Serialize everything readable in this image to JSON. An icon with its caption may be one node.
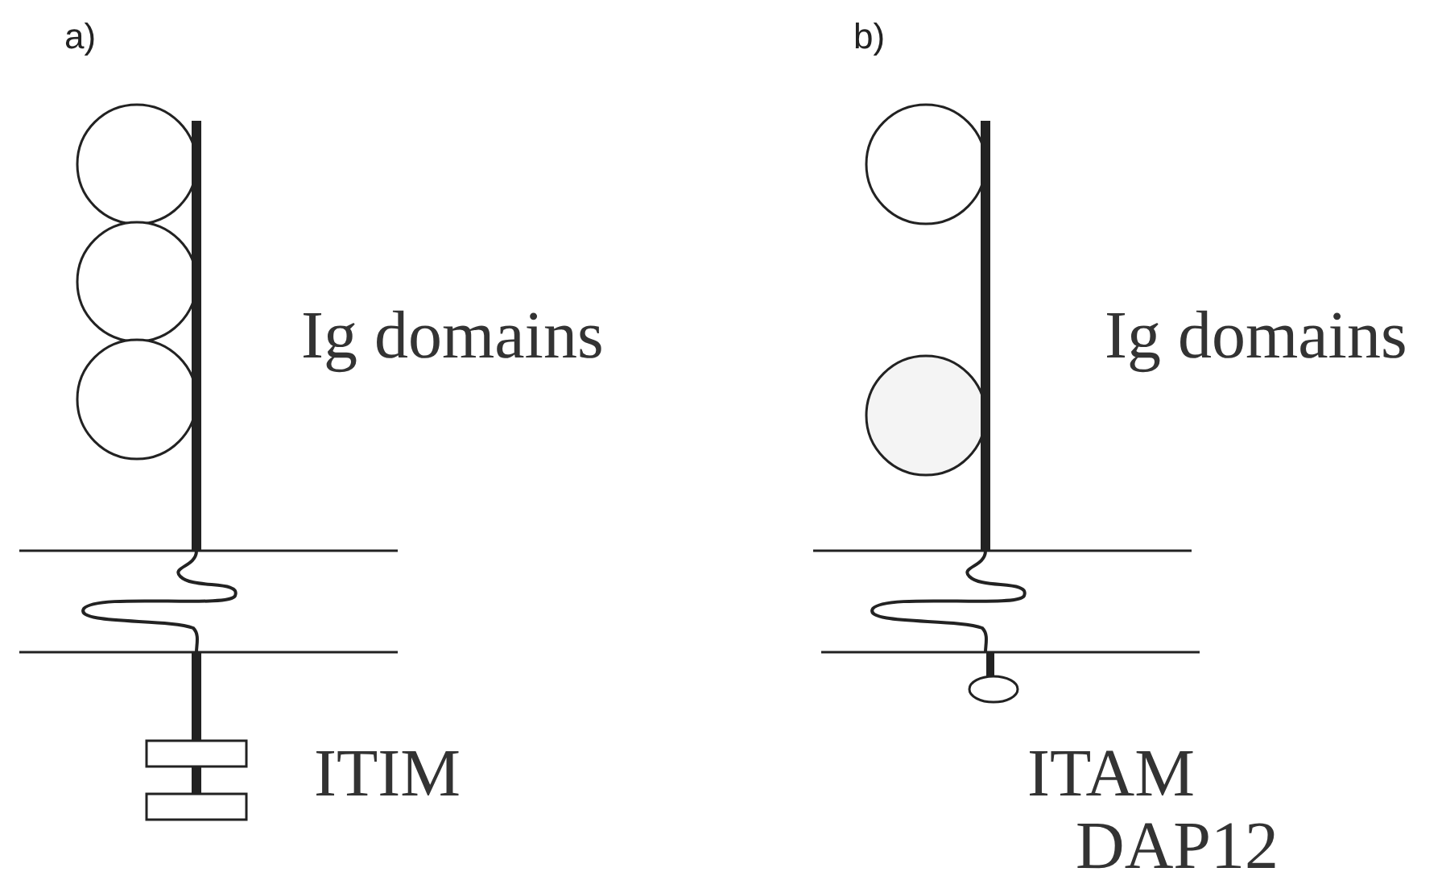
{
  "diagram": {
    "labels": [
      "a)",
      "b)",
      "Ig domains",
      "Ig domains",
      "ITIM",
      "ITAM",
      "DAP12"
    ]
  }
}
